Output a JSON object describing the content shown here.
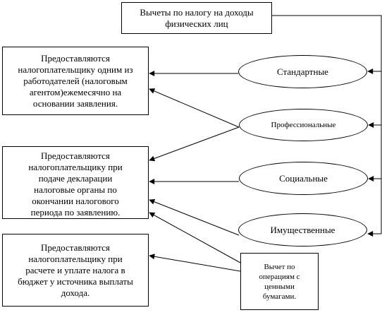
{
  "diagram": {
    "title": "Вычеты по налогу на доходы\nфизических лиц",
    "types": [
      {
        "id": "ell1",
        "label": "Стандартные"
      },
      {
        "id": "ell2",
        "label": "Профессиональные"
      },
      {
        "id": "ell3",
        "label": "Социальные"
      },
      {
        "id": "ell4",
        "label": "Имущественные"
      }
    ],
    "securities": "Вычет по\nоперациям с\nценными\nбумагами.",
    "descriptions": [
      "Предоставляются\nналогоплательщику одним из\nработодателей (налоговым\nагентом)ежемесячно на\nосновании заявления.",
      "Предоставляются\nналогоплательщику при\nподаче декларации\nналоговые органы по\nокончании налогового\nпериода по заявлению.",
      "Предоставляются\nналогоплательщику при\nрасчете и уплате налога в\nбюджет у источника выплаты\nдохода."
    ]
  }
}
